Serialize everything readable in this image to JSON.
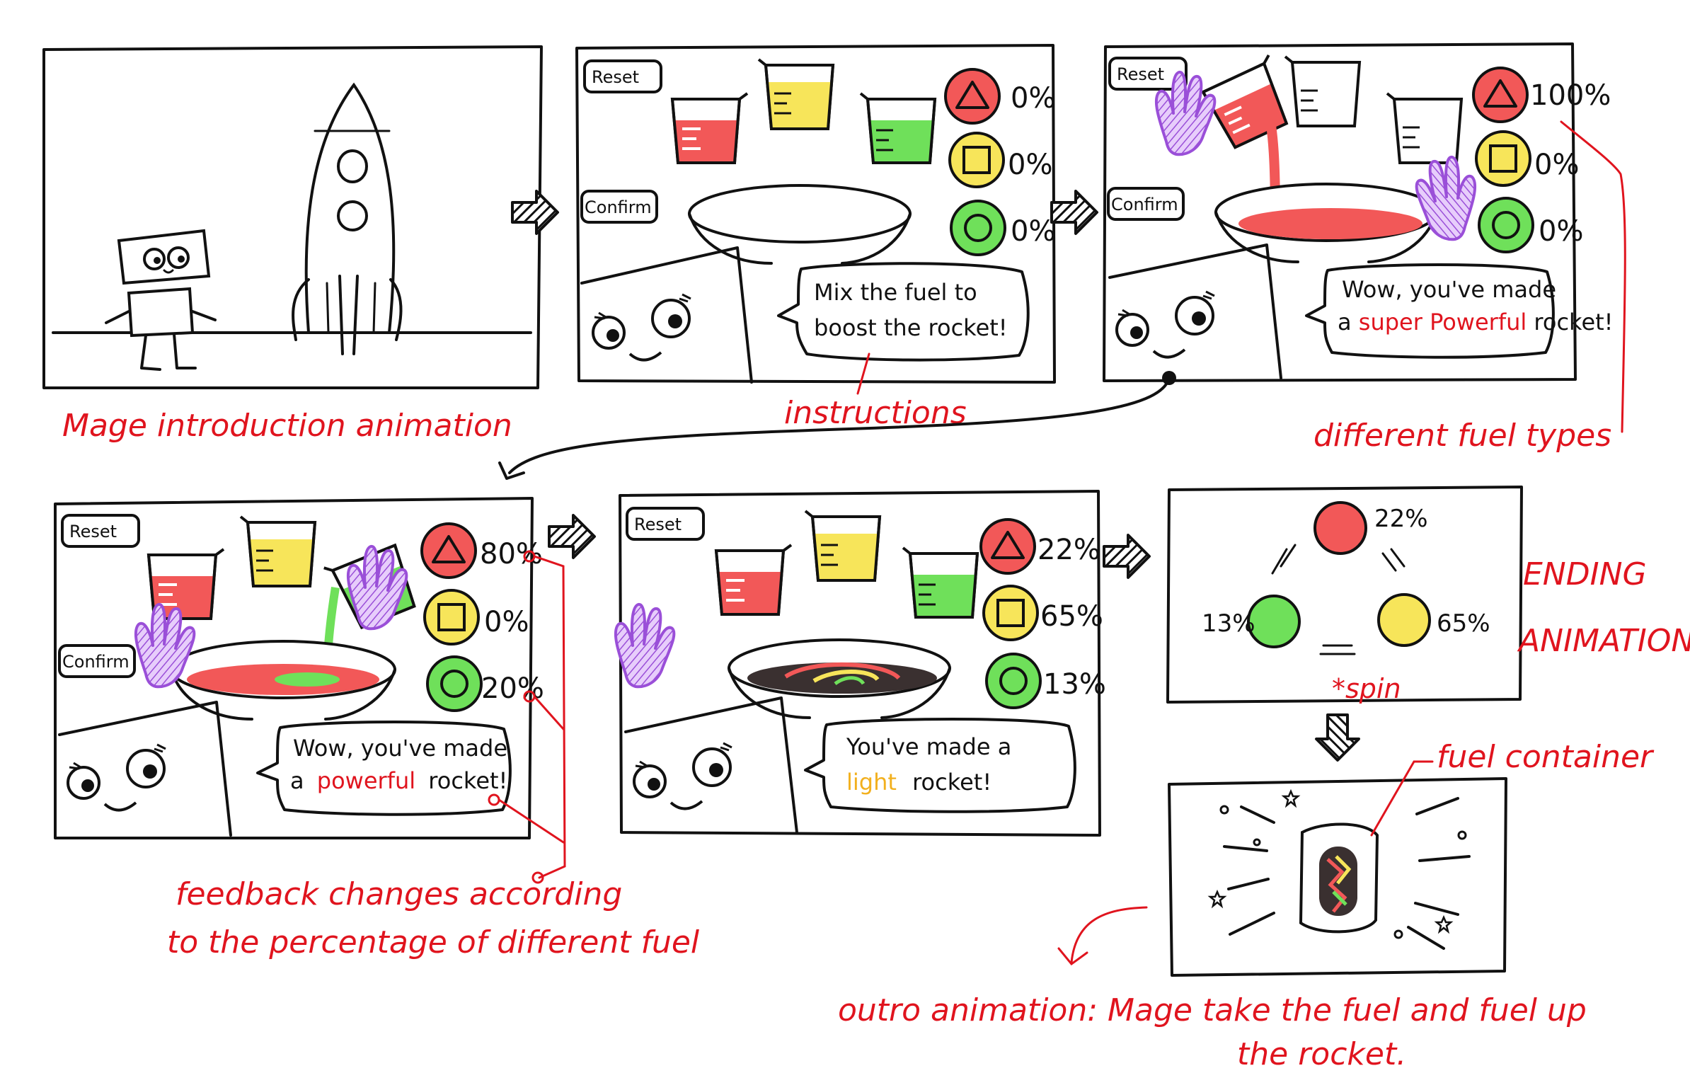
{
  "colors": {
    "red": "#f25858",
    "yellow": "#f7e55a",
    "green": "#6fe05a",
    "purple": "#c58cf0",
    "note": "#e0141e"
  },
  "buttons": {
    "reset": "Reset",
    "confirm": "Confirm"
  },
  "icons": [
    "triangle-icon",
    "square-icon",
    "circle-icon",
    "hand-icon",
    "star-icon",
    "rocket-icon",
    "fuel-can-icon"
  ],
  "panels": {
    "p2": {
      "pct": [
        "0%",
        "0%",
        "0%"
      ],
      "bubble": [
        "Mix the fuel to",
        "boost the rocket!"
      ]
    },
    "p3": {
      "pct": [
        "100%",
        "0%",
        "0%"
      ],
      "bubble_a": "Wow, you've made",
      "bubble_b_pre": "a",
      "bubble_b_hl": "super Powerful",
      "bubble_b_post": "rocket!"
    },
    "p4": {
      "pct": [
        "80%",
        "0%",
        "20%"
      ],
      "bubble_a": "Wow, you've made",
      "bubble_b_pre": "a",
      "bubble_b_hl": "powerful",
      "bubble_b_post": "rocket!"
    },
    "p5": {
      "pct": [
        "22%",
        "65%",
        "13%"
      ],
      "bubble_a": "You've made a",
      "bubble_b_hl": "light",
      "bubble_b_post": "rocket!"
    },
    "p6": {
      "red": "22%",
      "green": "13%",
      "yellow": "65%",
      "spin": "*spin"
    }
  },
  "annotations": {
    "intro": "Mage introduction animation",
    "instructions": "instructions",
    "fuel_types": "different fuel types",
    "ending_1": "ENDING",
    "ending_2": "ANIMATION",
    "fuel_container": "fuel container",
    "feedback_1": "feedback changes according",
    "feedback_2": "to the percentage of different fuel",
    "outro_1": "outro animation: Mage take the fuel and fuel up",
    "outro_2": "the rocket."
  }
}
